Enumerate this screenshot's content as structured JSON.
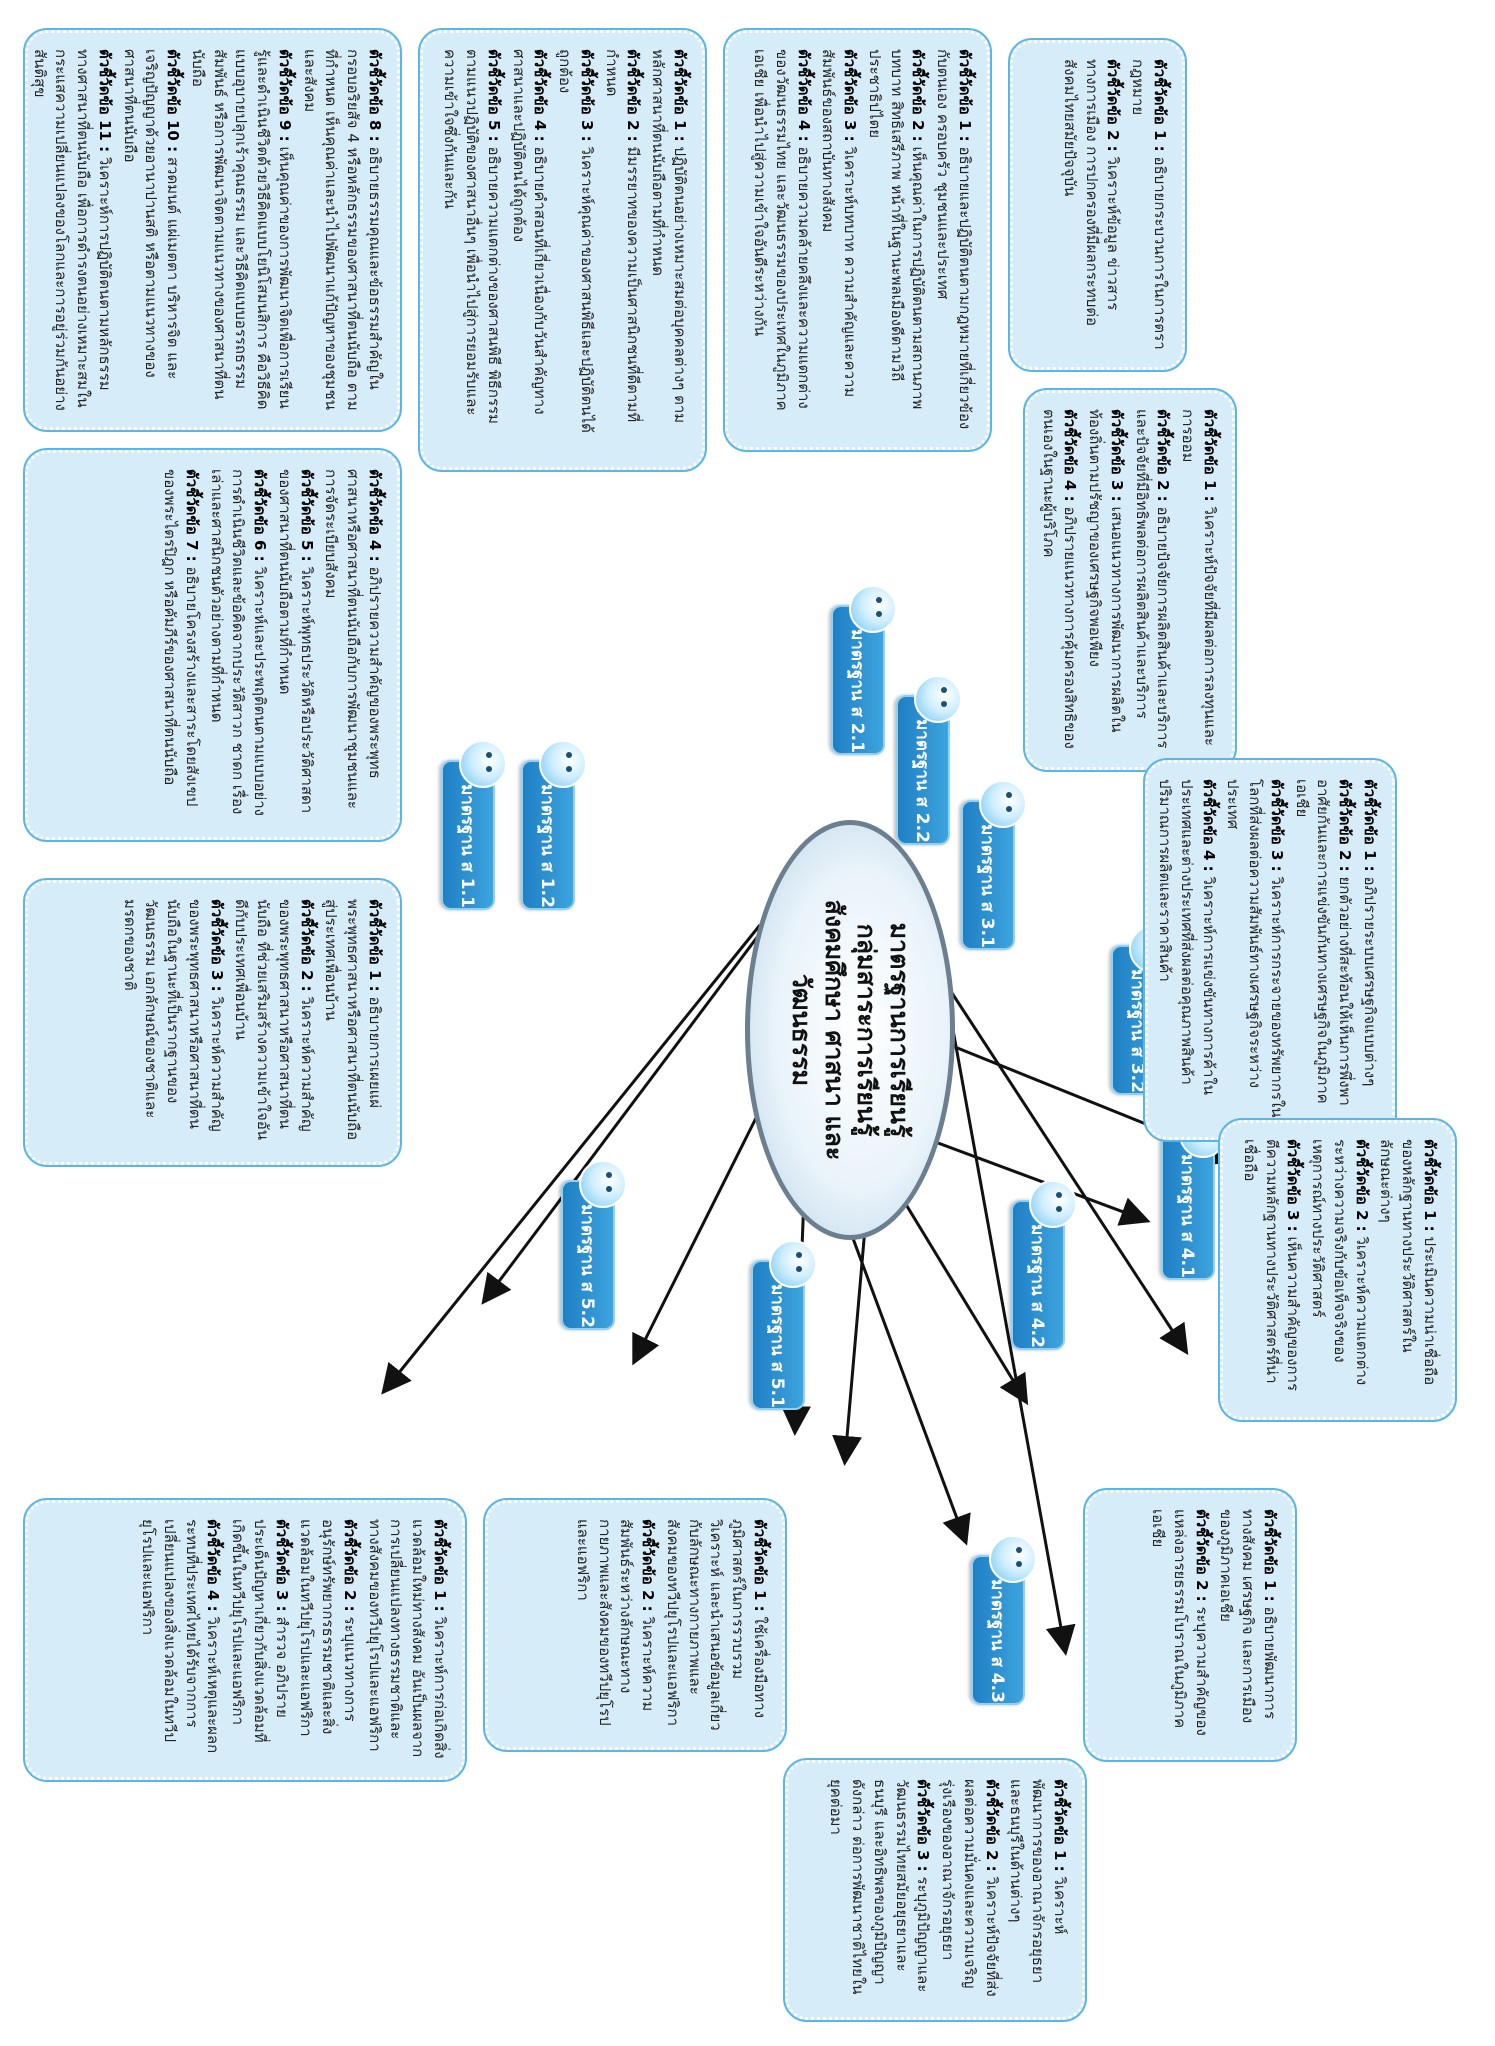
{
  "center": {
    "lines": [
      "มาตรฐานการเรียนรู้",
      "กลุ่มสาระการเรียนรู้",
      "สังคมศึกษา ศาสนา และ",
      "วัฒนธรรม"
    ]
  },
  "standards": {
    "s11": "มาตรฐาน ส 1.1",
    "s12": "มาตรฐาน ส 1.2",
    "s21": "มาตรฐาน ส 2.1",
    "s22": "มาตรฐาน ส 2.2",
    "s31": "มาตรฐาน ส 3.1",
    "s32": "มาตรฐาน ส 3.2",
    "s41": "มาตรฐาน ส 4.1",
    "s42": "มาตรฐาน ส 4.2",
    "s43": "มาตรฐาน ส 4.3",
    "s51": "มาตรฐาน ส 5.1",
    "s52": "มาตรฐาน ส 5.2"
  },
  "boxes": {
    "b11a": [
      {
        "label": "ตัวชี้วัดข้อ 8 :",
        "text": "อธิบายธรรมคุณและข้อธรรมสำคัญในกรอบอริยสัจ 4 หรือหลักธรรมของศาสนาที่ตนนับถือ ตามที่กำหนด เห็นคุณค่าและนำไปพัฒนาแก้ปัญหาของชุมชนและสังคม"
      },
      {
        "label": "ตัวชี้วัดข้อ 9 :",
        "text": "เห็นคุณค่าของการพัฒนาจิตเพื่อการเรียนรู้และดำเนินชีวิตด้วยวิธีคิดแบบโยนิโสมนสิการ คือวิธีคิดแบบอุบายปลุกเร้าคุณธรรม และวิธีคิดแบบอรรถธรรมสัมพันธ์ หรือการพัฒนาจิตตามแนวทางของศาสนาที่ตนนับถือ"
      },
      {
        "label": "ตัวชี้วัดข้อ 10 :",
        "text": "สวดมนต์ แผ่เมตตา บริหารจิต และเจริญปัญญาด้วยอานาปานสติ หรือตามแนวทางของศาสนาที่ตนนับถือ"
      },
      {
        "label": "ตัวชี้วัดข้อ 11 :",
        "text": "วิเคราะห์การปฏิบัติตนตามหลักธรรมทางศาสนาที่ตนนับถือ เพื่อการดำรงตนอย่างเหมาะสมในกระแสความเปลี่ยนแปลงของโลกและการอยู่ร่วมกันอย่างสันติสุข"
      }
    ],
    "b11b": [
      {
        "label": "ตัวชี้วัดข้อ 4 :",
        "text": "อภิปรายความสำคัญของพระพุทธศาสนาหรือศาสนาที่ตนนับถือกับการพัฒนาชุมชนและการจัดระเบียบสังคม"
      },
      {
        "label": "ตัวชี้วัดข้อ 5 :",
        "text": "วิเคราะห์พุทธประวัติหรือประวัติศาสดาของศาสนาที่ตนนับถือตามที่กำหนด"
      },
      {
        "label": "ตัวชี้วัดข้อ 6 :",
        "text": "วิเคราะห์และประพฤติตนตามแบบอย่างการดำเนินชีวิตและข้อคิดจากประวัติสาวก ชาดก เรื่องเล่าและศาสนิกชนตัวอย่างตามที่กำหนด"
      },
      {
        "label": "ตัวชี้วัดข้อ 7 :",
        "text": "อธิบายโครงสร้างและสาระโดยสังเขปของพระไตรปิฎก หรือคัมภีร์ของศาสนาที่ตนนับถือ"
      }
    ],
    "b11c": [
      {
        "label": "ตัวชี้วัดข้อ 1 :",
        "text": "อธิบายการเผยแผ่พระพุทธศาสนาหรือศาสนาที่ตนนับถือสู่ประเทศเพื่อนบ้าน"
      },
      {
        "label": "ตัวชี้วัดข้อ 2 :",
        "text": "วิเคราะห์ความสำคัญของพระพุทธศาสนาหรือศาสนาที่ตนนับถือ ที่ช่วยเสริมสร้างความเข้าใจอันดีกับประเทศเพื่อนบ้าน"
      },
      {
        "label": "ตัวชี้วัดข้อ 3 :",
        "text": "วิเคราะห์ความสำคัญของพระพุทธศาสนาหรือศาสนาที่ตนนับถือในฐานะที่เป็นรากฐานของวัฒนธรรม เอกลักษณ์ของชาติและมรดกของชาติ"
      }
    ],
    "b12": [
      {
        "label": "ตัวชี้วัดข้อ 1 :",
        "text": "ปฏิบัติตนอย่างเหมาะสมต่อบุคคลต่างๆ ตามหลักศาสนาที่ตนนับถือตามที่กำหนด"
      },
      {
        "label": "ตัวชี้วัดข้อ 2 :",
        "text": "มีมรรยาทของความเป็นศาสนิกชนที่ดีตามที่กำหนด"
      },
      {
        "label": "ตัวชี้วัดข้อ 3 :",
        "text": "วิเคราะห์คุณค่าของศาสนพิธีและปฏิบัติตนได้ถูกต้อง"
      },
      {
        "label": "ตัวชี้วัดข้อ 4 :",
        "text": "อธิบายคำสอนที่เกี่ยวเนื่องกับวันสำคัญทางศาสนาและปฏิบัติตนได้ถูกต้อง"
      },
      {
        "label": "ตัวชี้วัดข้อ 5 :",
        "text": "อธิบายความแตกต่างของศาสนพิธี พิธีกรรมตามแนวปฏิบัติของศาสนาอื่นๆ เพื่อนำไปสู่การยอมรับและความเข้าใจซึ่งกันและกัน"
      }
    ],
    "b21": [
      {
        "label": "ตัวชี้วัดข้อ 1 :",
        "text": "อธิบายและปฏิบัติตนตามกฎหมายที่เกี่ยวข้องกับตนเอง ครอบครัว ชุมชนและประเทศ"
      },
      {
        "label": "ตัวชี้วัดข้อ 2 :",
        "text": "เห็นคุณค่าในการปฏิบัติตนตามสถานภาพ บทบาท สิทธิเสรีภาพ หน้าที่ในฐานะพลเมืองดีตามวิถีประชาธิปไตย"
      },
      {
        "label": "ตัวชี้วัดข้อ 3 :",
        "text": "วิเคราะห์บทบาท ความสำคัญและความสัมพันธ์ของสถาบันทางสังคม"
      },
      {
        "label": "ตัวชี้วัดข้อ 4 :",
        "text": "อธิบายความคล้ายคลึงและความแตกต่างของวัฒนธรรมไทย และวัฒนธรรมของประเทศในภูมิภาคเอเชีย เพื่อนำไปสู่ความเข้าใจอันดีระหว่างกัน"
      }
    ],
    "b22": [
      {
        "label": "ตัวชี้วัดข้อ 1 :",
        "text": "อธิบายกระบวนการในการตรากฎหมาย"
      },
      {
        "label": "ตัวชี้วัดข้อ 2 :",
        "text": "วิเคราะห์ข้อมูล ข่าวสารทางการเมือง การปกครองที่มีผลกระทบต่อสังคมไทยสมัยปัจจุบัน"
      }
    ],
    "b31": [
      {
        "label": "ตัวชี้วัดข้อ 1 :",
        "text": "วิเคราะห์ปัจจัยที่มีผลต่อการลงทุนและการออม"
      },
      {
        "label": "ตัวชี้วัดข้อ 2 :",
        "text": "อธิบายปัจจัยการผลิตสินค้าและบริการ และปัจจัยที่มีอิทธิพลต่อการผลิตสินค้าและบริการ"
      },
      {
        "label": "ตัวชี้วัดข้อ 3 :",
        "text": "เสนอแนวทางการพัฒนาการผลิตในท้องถิ่นตามปรัชญาของเศรษฐกิจพอเพียง"
      },
      {
        "label": "ตัวชี้วัดข้อ 4 :",
        "text": "อภิปรายแนวทางการคุ้มครองสิทธิของตนเองในฐานะผู้บริโภค"
      }
    ],
    "b32": [
      {
        "label": "ตัวชี้วัดข้อ 1 :",
        "text": "อภิปรายระบบเศรษฐกิจแบบต่างๆ"
      },
      {
        "label": "ตัวชี้วัดข้อ 2 :",
        "text": "ยกตัวอย่างที่สะท้อนให้เห็นการพึ่งพาอาศัยกันและการแข่งขันกันทางเศรษฐกิจในภูมิภาคเอเชีย"
      },
      {
        "label": "ตัวชี้วัดข้อ 3 :",
        "text": "วิเคราะห์การกระจายของทรัพยากรในโลกที่ส่งผลต่อความสัมพันธ์ทางเศรษฐกิจระหว่างประเทศ"
      },
      {
        "label": "ตัวชี้วัดข้อ 4 :",
        "text": "วิเคราะห์การแข่งขันทางการค้าในประเทศและต่างประเทศที่ส่งผลต่อคุณภาพสินค้า ปริมาณการผลิตและราคาสินค้า"
      }
    ],
    "b41": [
      {
        "label": "ตัวชี้วัดข้อ 1 :",
        "text": "ประเมินความน่าเชื่อถือของหลักฐานทางประวัติศาสตร์ในลักษณะต่างๆ"
      },
      {
        "label": "ตัวชี้วัดข้อ 2 :",
        "text": "วิเคราะห์ความแตกต่างระหว่างความจริงกับข้อเท็จจริงของเหตุการณ์ทางประวัติศาสตร์"
      },
      {
        "label": "ตัวชี้วัดข้อ 3 :",
        "text": "เห็นความสำคัญของการตีความหลักฐานทางประวัติศาสตร์ที่น่าเชื่อถือ"
      }
    ],
    "b42": [
      {
        "label": "ตัวชี้วัดข้อ 1 :",
        "text": "อธิบายพัฒนาการทางสังคม เศรษฐกิจ และการเมืองของภูมิภาคเอเชีย"
      },
      {
        "label": "ตัวชี้วัดข้อ 2 :",
        "text": "ระบุความสำคัญของแหล่งอารยธรรมโบราณในภูมิภาคเอเชีย"
      }
    ],
    "b43": [
      {
        "label": "ตัวชี้วัดข้อ 1 :",
        "text": "วิเคราะห์พัฒนาการของอาณาจักรอยุธยาและธนบุรีในด้านต่างๆ"
      },
      {
        "label": "ตัวชี้วัดข้อ 2 :",
        "text": "วิเคราะห์ปัจจัยที่ส่งผลต่อความมั่นคงและความเจริญรุ่งเรืองของอาณาจักรอยุธยา"
      },
      {
        "label": "ตัวชี้วัดข้อ 3 :",
        "text": "ระบุภูมิปัญญาและวัฒนธรรมไทยสมัยอยุธยาและธนบุรี และอิทธิพลของภูมิปัญญาดังกล่าว ต่อการพัฒนาชาติไทยในยุคต่อมา"
      }
    ],
    "b51": [
      {
        "label": "ตัวชี้วัดข้อ 1 :",
        "text": "ใช้เครื่องมือทางภูมิศาสตร์ในการรวบรวม วิเคราะห์ และนำเสนอข้อมูลเกี่ยวกับลักษณะทางกายภาพและสังคมของทวีปยุโรปและแอฟริกา"
      },
      {
        "label": "ตัวชี้วัดข้อ 2 :",
        "text": "วิเคราะห์ความสัมพันธ์ระหว่างลักษณะทางกายภาพและสังคมของทวีปยุโรปและแอฟริกา"
      }
    ],
    "b52": [
      {
        "label": "ตัวชี้วัดข้อ 1 :",
        "text": "วิเคราะห์การก่อเกิดสิ่งแวดล้อมใหม่ทางสังคม อันเป็นผลจากการเปลี่ยนแปลงทางธรรมชาติและทางสังคมของทวีปยุโรปและแอฟริกา"
      },
      {
        "label": "ตัวชี้วัดข้อ 2 :",
        "text": "ระบุแนวทางการอนุรักษ์ทรัพยากรธรรมชาติและสิ่งแวดล้อมในทวีปยุโรปและแอฟริกา"
      },
      {
        "label": "ตัวชี้วัดข้อ 3 :",
        "text": "สำรวจ อภิปรายประเด็นปัญหาเกี่ยวกับสิ่งแวดล้อมที่เกิดขึ้นในทวีปยุโรปและแอฟริกา"
      },
      {
        "label": "ตัวชี้วัดข้อ 4 :",
        "text": "วิเคราะห์เหตุและผลกระทบที่ประเทศไทยได้รับจากการเปลี่ยนแปลงของสิ่งแวดล้อมในทวีปยุโรปและแอฟริกา"
      }
    ]
  },
  "colors": {
    "box_fill": "#d6ecf8",
    "box_border": "#59b6e6",
    "label_fill": "#1f7fc4",
    "center_border": "#6b7f90",
    "arrow": "#111111"
  }
}
